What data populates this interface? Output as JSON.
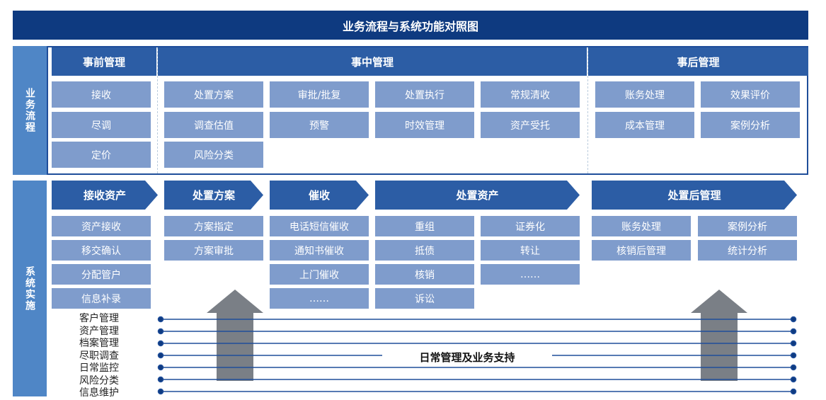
{
  "title": "业务流程与系统功能对照图",
  "left_labels": {
    "process": "业务流程",
    "system": "系统实施"
  },
  "process": {
    "pre": {
      "header": "事前管理",
      "items": [
        "接收",
        "尽调",
        "定价"
      ]
    },
    "mid": {
      "header": "事中管理",
      "cols": [
        [
          "处置方案",
          "调查估值",
          "风险分类"
        ],
        [
          "审批/批复",
          "预警"
        ],
        [
          "处置执行",
          "时效管理"
        ],
        [
          "常规清收",
          "资产受托"
        ]
      ]
    },
    "post": {
      "header": "事后管理",
      "cols": [
        [
          "账务处理",
          "成本管理"
        ],
        [
          "效果评价",
          "案例分析"
        ]
      ]
    }
  },
  "system": {
    "stages": [
      {
        "label": "接收资产",
        "items": [
          [
            "资产接收",
            "移交确认",
            "分配管户",
            "信息补录"
          ]
        ]
      },
      {
        "label": "处置方案",
        "items": [
          [
            "方案指定",
            "方案审批"
          ]
        ]
      },
      {
        "label": "催收",
        "items": [
          [
            "电话短信催收",
            "通知书催收",
            "上门催收",
            "……"
          ]
        ]
      },
      {
        "label": "处置资产",
        "items": [
          [
            "重组",
            "抵债",
            "核销",
            "诉讼"
          ],
          [
            "证券化",
            "转让",
            "……"
          ]
        ]
      },
      {
        "label": "处置后管理",
        "items": [
          [
            "账务处理",
            "核销后管理"
          ],
          [
            "案例分析",
            "统计分析"
          ]
        ]
      }
    ],
    "support_title": "日常管理及业务支持",
    "support_items": [
      "客户管理",
      "资产管理",
      "档案管理",
      "尽职调查",
      "日常监控",
      "风险分类",
      "信息维护"
    ]
  },
  "colors": {
    "title_bg": "#0e3a80",
    "header_bg": "#2c5da5",
    "box_bg": "#7f9ccc",
    "side_label": "#4f86c6",
    "arrow_up": "#7a7f86",
    "line": "#1f4e9a"
  }
}
